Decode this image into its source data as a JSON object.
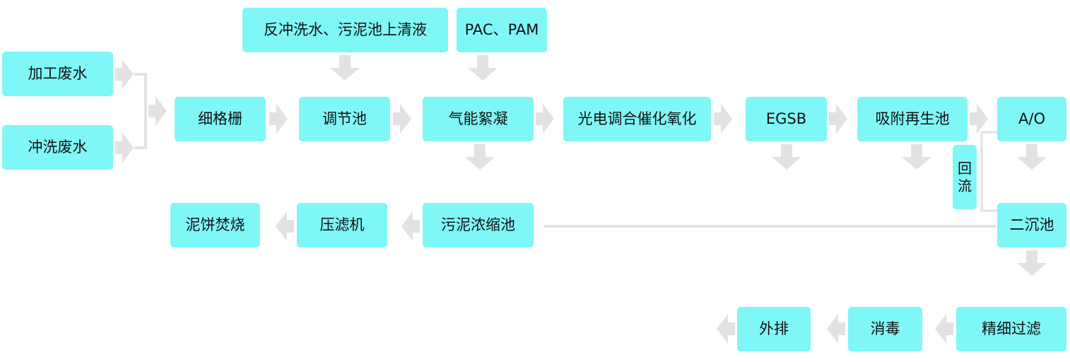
{
  "colors": {
    "node_fill": "#7ff7f6",
    "arrow_fill": "#e2e2e2",
    "line": "#e2e2e2",
    "text": "#111111"
  },
  "nodes": {
    "processing_wastewater": "加工废水",
    "washing_wastewater": "冲洗废水",
    "fine_screen": "细格栅",
    "regulating_tank": "调节池",
    "backwash_supernatant": "反冲洗水、污泥池上清液",
    "pac_pam": "PAC、PAM",
    "air_flotation": "气能絮凝",
    "photocatalytic_oxidation": "光电调合催化氧化",
    "egsb": "EGSB",
    "adsorption_regeneration": "吸附再生池",
    "ao": "A/O",
    "reflux": "回流",
    "secondary_clarifier": "二沉池",
    "sludge_thickener": "污泥浓缩池",
    "filter_press": "压滤机",
    "sludge_cake_incineration": "泥饼焚烧",
    "fine_filtration": "精细过滤",
    "disinfection": "消毒",
    "discharge": "外排"
  }
}
